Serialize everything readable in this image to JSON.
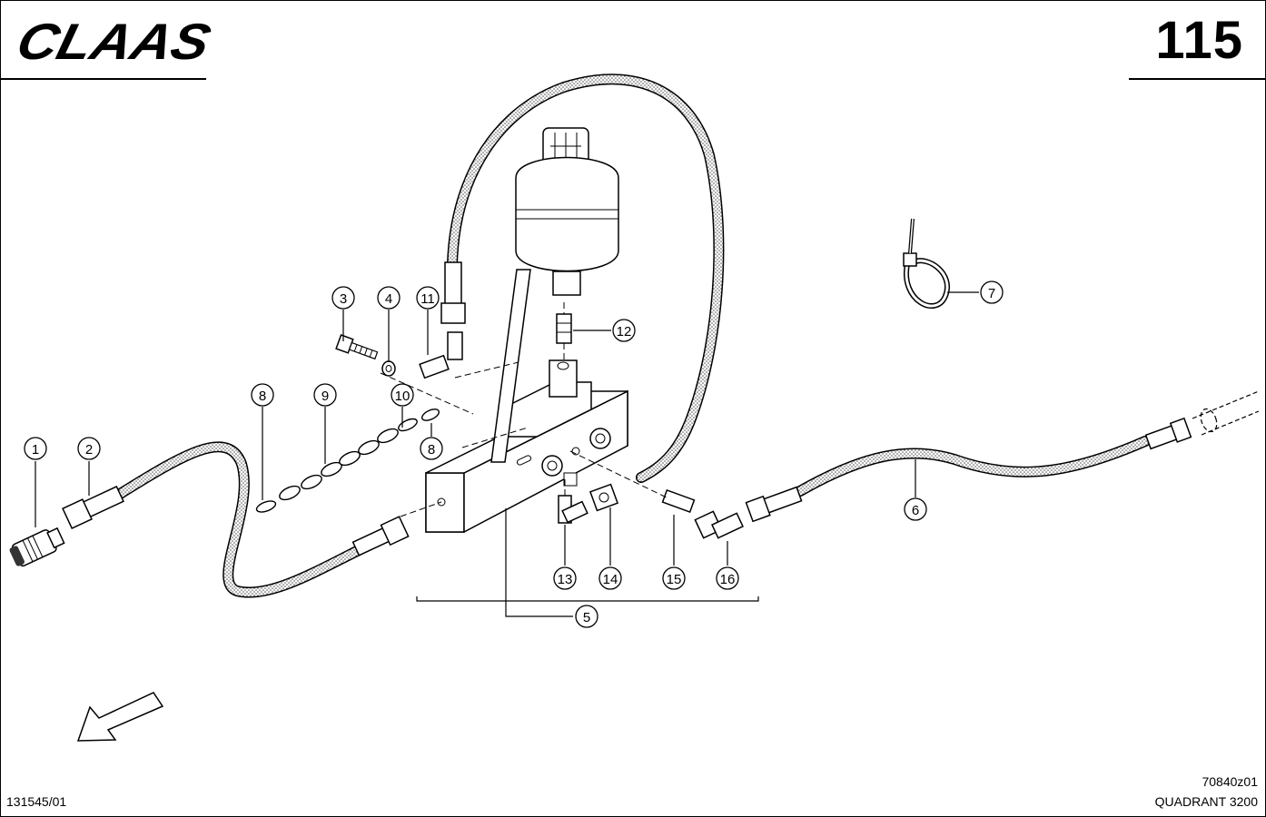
{
  "brand": "CLAAS",
  "page_number": "115",
  "drawing_number": "70840z01",
  "model": "QUADRANT 3200",
  "document_number": "131545/01",
  "callouts": [
    {
      "label": "1"
    },
    {
      "label": "2"
    },
    {
      "label": "3"
    },
    {
      "label": "4"
    },
    {
      "label": "5"
    },
    {
      "label": "6"
    },
    {
      "label": "7"
    },
    {
      "label": "8"
    },
    {
      "label": "8"
    },
    {
      "label": "9"
    },
    {
      "label": "10"
    },
    {
      "label": "11"
    },
    {
      "label": "12"
    },
    {
      "label": "13"
    },
    {
      "label": "14"
    },
    {
      "label": "15"
    },
    {
      "label": "16"
    }
  ]
}
